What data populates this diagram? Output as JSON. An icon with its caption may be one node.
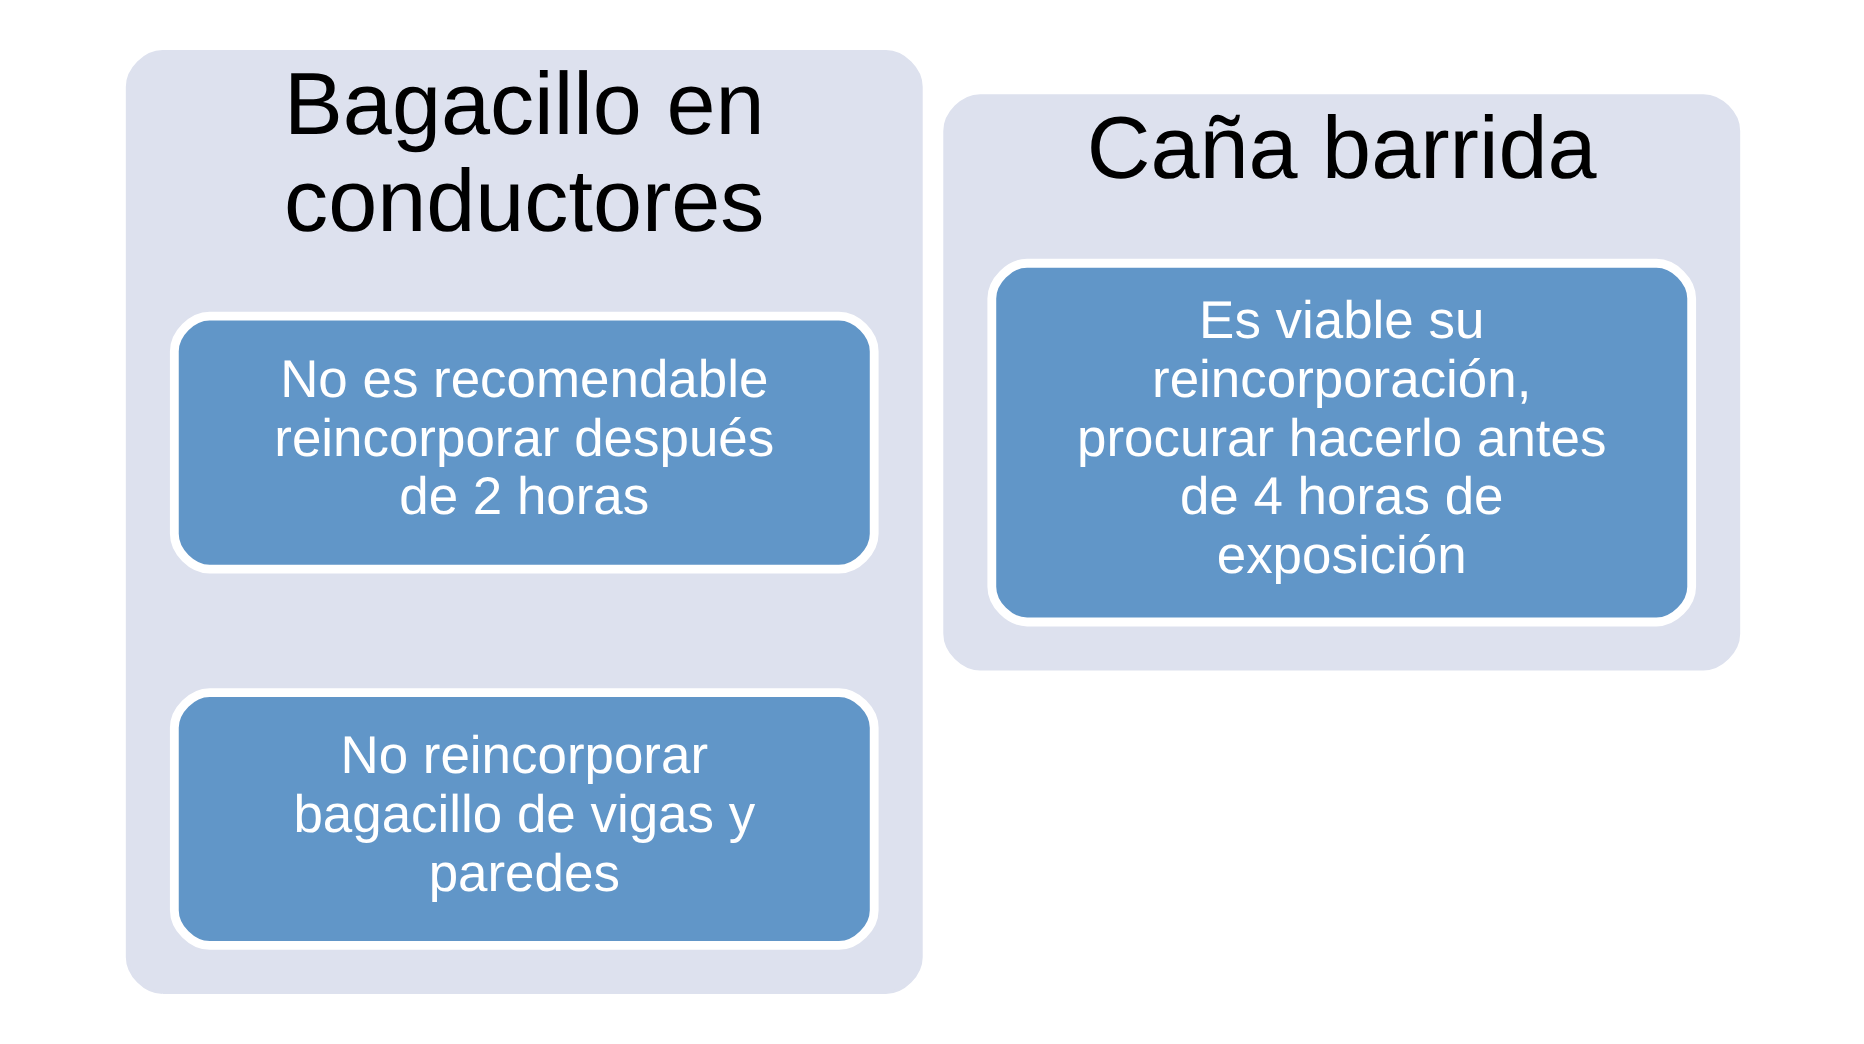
{
  "diagram": {
    "nodes": [
      {
        "text": [
          "Bagacillo en conductores"
        ]
      },
      {
        "text": [
          "No es recomendable reincorporar después de 2 horas"
        ],
        "in": 0
      },
      {
        "text": [
          "No reincorporar bagacillo de vigas y paredes"
        ],
        "in": 0
      },
      {
        "text": [
          "Caña barrida"
        ]
      },
      {
        "text": [
          "Es viable su reincorporación, procurar hacerlo antes de 4 horas de exposición"
        ],
        "in": 3
      }
    ],
    "edges": []
  }
}
